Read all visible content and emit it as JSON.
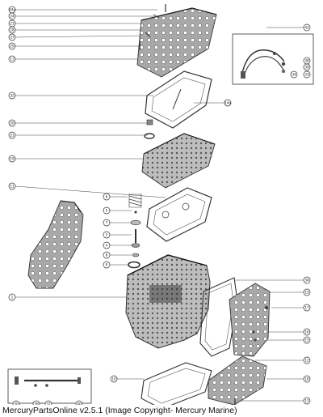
{
  "caption": "MercuryPartsOnline v2.5.1 (Image Copyright- Mercury Marine)",
  "colors": {
    "ink": "#333333",
    "paper": "#ffffff",
    "shade": "#9a9a9a",
    "dark": "#555555"
  },
  "callouts": [
    {
      "id": "c1",
      "label": "34a"
    },
    {
      "id": "c2",
      "label": "24"
    },
    {
      "id": "c3",
      "label": "23"
    },
    {
      "id": "c4",
      "label": "28"
    },
    {
      "id": "c5",
      "label": "27"
    },
    {
      "id": "c6",
      "label": "29"
    },
    {
      "id": "c7",
      "label": "13"
    },
    {
      "id": "c8",
      "label": "32"
    },
    {
      "id": "c9",
      "label": "14a"
    },
    {
      "id": "c10",
      "label": "20"
    },
    {
      "id": "c11",
      "label": "21"
    },
    {
      "id": "c12",
      "label": "19"
    },
    {
      "id": "c13",
      "label": "11"
    },
    {
      "id": "c14",
      "label": "6"
    },
    {
      "id": "c15",
      "label": "5"
    },
    {
      "id": "c16",
      "label": "7"
    },
    {
      "id": "c17",
      "label": "3"
    },
    {
      "id": "c18",
      "label": "4"
    },
    {
      "id": "c19",
      "label": "8"
    },
    {
      "id": "c20",
      "label": "9"
    },
    {
      "id": "c21",
      "label": "1"
    },
    {
      "id": "c22",
      "label": "34"
    },
    {
      "id": "c23",
      "label": "15"
    },
    {
      "id": "c24",
      "label": "17"
    },
    {
      "id": "c25",
      "label": "16"
    },
    {
      "id": "c26",
      "label": "15"
    },
    {
      "id": "c27",
      "label": "12"
    },
    {
      "id": "c28",
      "label": "18"
    },
    {
      "id": "c29",
      "label": "13"
    },
    {
      "id": "c30",
      "label": "10"
    },
    {
      "id": "c31",
      "label": "42"
    },
    {
      "id": "c32",
      "label": "38"
    },
    {
      "id": "c33",
      "label": "39"
    },
    {
      "id": "c34",
      "label": "33"
    },
    {
      "id": "c35",
      "label": "34"
    },
    {
      "id": "c36",
      "label": "30"
    },
    {
      "id": "c37",
      "label": "36"
    },
    {
      "id": "c38",
      "label": "37"
    },
    {
      "id": "c39",
      "label": "40"
    }
  ]
}
